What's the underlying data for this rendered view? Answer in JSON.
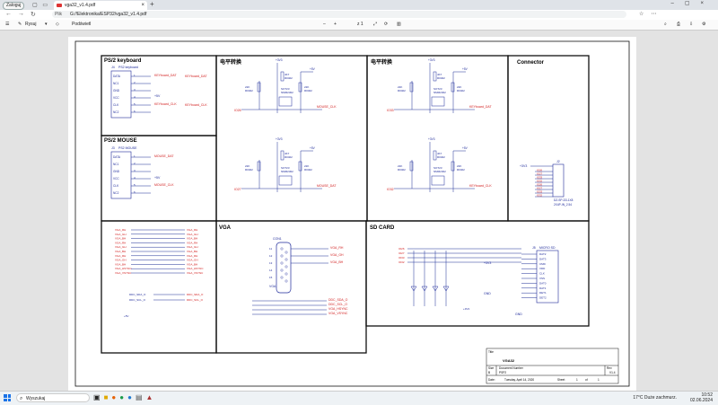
{
  "browser": {
    "profile": "Zaloguj",
    "tab_title": "vga32_v1.4.pdf",
    "address_label": "Plik",
    "address": "G:/!Elektronika/ESP32/vga32_v1.4.pdf"
  },
  "pdf_toolbar": {
    "read_aloud": "Rysuj",
    "highlight": "Podświetl",
    "page_current": "1",
    "page_total": "z 1"
  },
  "schematic": {
    "blocks": {
      "ps2_keyboard": "PS/2 keyboard",
      "ps2_mouse": "PS/2 MOUSE",
      "level_shift_1": "电平转换",
      "level_shift_2": "电平转换",
      "connector": "Connector",
      "vga": "VGA",
      "sd_card": "SD CARD"
    },
    "kb_conn": {
      "ref": "J4",
      "name": "PS2 keyboard",
      "pins": [
        "DATA",
        "NC1",
        "GND",
        "VCC",
        "CLK",
        "NC2"
      ],
      "nums": [
        "1",
        "2",
        "3",
        "4",
        "5",
        "6"
      ],
      "net_data": "KEYboard_DAT",
      "net_clk": "KEYboard_CLK",
      "net_vcc": "+5V"
    },
    "mouse_conn": {
      "ref": "J3",
      "name": "PS2 MOUSE",
      "pins": [
        "DATA",
        "NC1",
        "GND",
        "VCC",
        "CLK",
        "NC2"
      ],
      "nums": [
        "1",
        "2",
        "3",
        "4",
        "5",
        "6"
      ],
      "net_data": "MOUSE_DAT",
      "net_clk": "MOUSE_CLK",
      "net_vcc": "+5V"
    },
    "level_parts": {
      "r_pullup": "4K7",
      "r_pkg": "R0402",
      "r_series": "22K",
      "fet": "SOT23",
      "fet_val": "NMM2302",
      "v33": "+3V3",
      "v5": "+5V"
    },
    "level_nets": [
      "MOUSE_CLK",
      "MOUSE_DAT",
      "KEYboard_CLK",
      "KEYboard_DAT"
    ],
    "level_io": [
      "IO26",
      "IO27",
      "IO33",
      "IO32"
    ],
    "connector_block": {
      "ref": "J2",
      "net": "+3V3",
      "part": "DZ-SP-D3-1X8",
      "foot": "2X4P-IN_2.54"
    },
    "vga_nets": [
      "VGA_RH",
      "VGA_GH",
      "VGA_BH",
      "VGA_HSYNC",
      "VGA_VSYNC"
    ],
    "vga_conn": {
      "ref": "CON1",
      "pins": [
        "11",
        "12",
        "13",
        "14",
        "15"
      ],
      "label": "VGA"
    },
    "ddc_nets": [
      "DDC_SDA_O",
      "DDC_SCL_O"
    ],
    "sd_conn": {
      "ref": "J5",
      "name": "MICRO SD",
      "pins": [
        "DAT2",
        "DAT3",
        "CMD",
        "VDD",
        "CLK",
        "VSS",
        "DAT0",
        "DAT1",
        "DET1",
        "DET2"
      ],
      "v33": "+3V3",
      "gnd": "GND"
    },
    "title_block": {
      "title_label": "Title",
      "title": "VGA32",
      "size_label": "Size",
      "size": "B",
      "docnum_label": "Document Number",
      "docnum": "PSP2",
      "rev_label": "Rev",
      "rev": "V1.4",
      "date_label": "Date:",
      "date": "Tuesday, April 14, 2020",
      "sheet_label": "Sheet",
      "sheet": "1",
      "of": "of",
      "of_total": "1"
    }
  },
  "taskbar": {
    "search": "Wyszukaj",
    "weather": "17°C Duże zachmurz.",
    "time": "10:52",
    "date": "02.06.2024"
  },
  "colors": {
    "wire": "#1d2f96",
    "net": "#d11a1a",
    "frame": "#111111",
    "component": "#1e2a9a"
  }
}
